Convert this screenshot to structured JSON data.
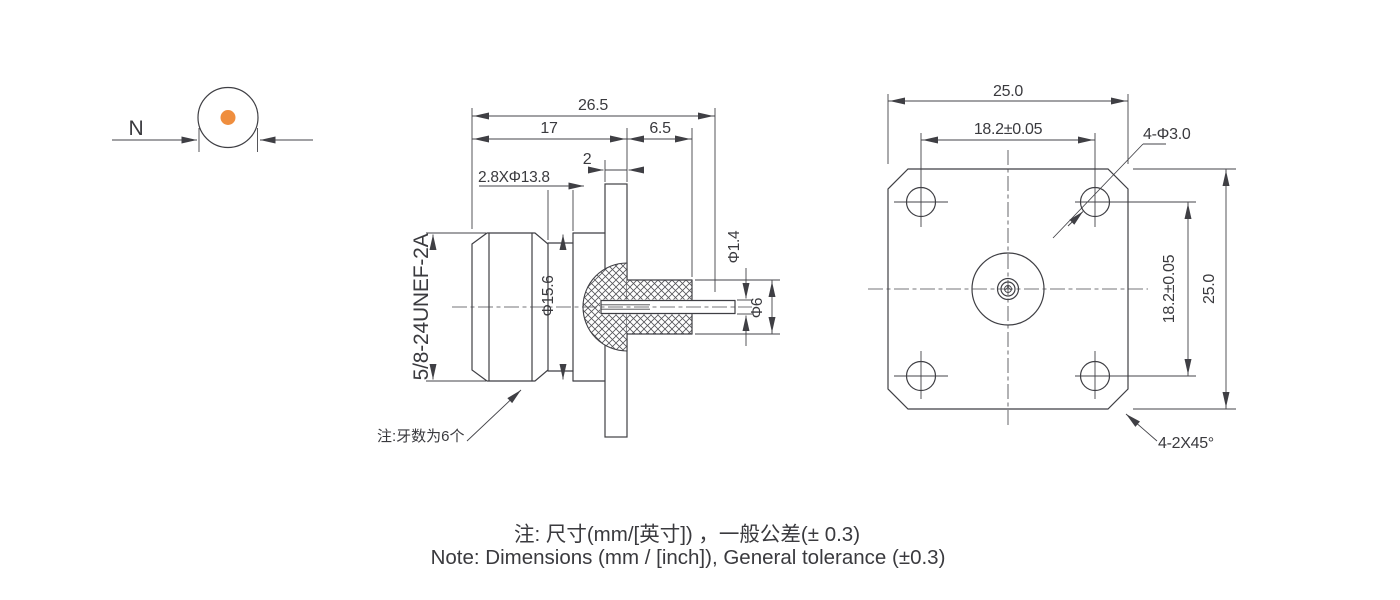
{
  "colors": {
    "line": "#3f3f44",
    "accent_dot": "#ef8e3e",
    "text": "#3a3a3e",
    "background": "#ffffff"
  },
  "front_symbol": {
    "label": "N"
  },
  "side_view": {
    "thread_spec": "5/8-24UNEF-2A",
    "thread_note": "注:牙数为6个",
    "dims": {
      "overall_length": "26.5",
      "front_length": "17",
      "rear_length": "6.5",
      "flange_thickness": "2",
      "thread_relief": "2.8XΦ13.8",
      "body_diameter": "Φ15.6",
      "pin_diameter": "Φ1.4",
      "insulator_diameter": "Φ6"
    }
  },
  "front_view": {
    "dims": {
      "flange_width": "25.0",
      "hole_spacing_horizontal": "18.2±0.05",
      "mounting_holes": "4-Φ3.0",
      "hole_spacing_vertical": "18.2±0.05",
      "flange_height": "25.0",
      "corner_chamfer": "4-2X45°"
    }
  },
  "footnotes": {
    "chinese": "注: 尺寸(mm/[英寸]) ，一般公差(± 0.3)",
    "english": "Note: Dimensions (mm / [inch]), General tolerance (±0.3)"
  }
}
